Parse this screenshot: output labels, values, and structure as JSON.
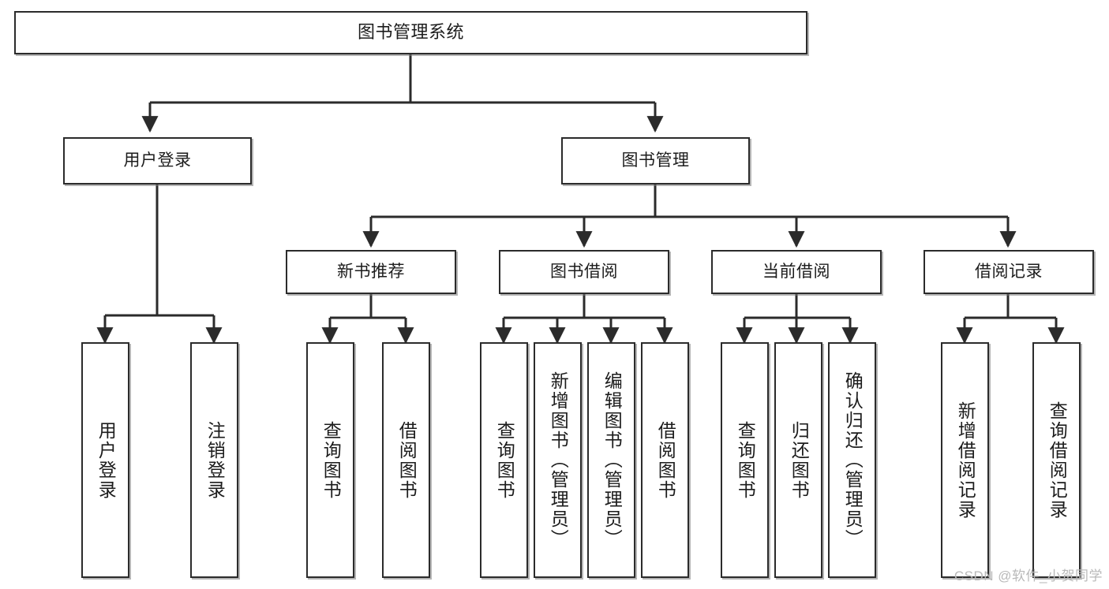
{
  "diagram": {
    "title": "图书管理系统",
    "type": "功能结构图",
    "watermark": "CSDN @软件_小贺同学",
    "colors": {
      "border": "#2b2b2b",
      "background": "#ffffff",
      "text": "#1c1c1c",
      "watermark": "#b9b9b9"
    }
  },
  "root": {
    "id": "root",
    "label": "图书管理系统"
  },
  "level2": [
    {
      "id": "user-login",
      "label": "用户登录"
    },
    {
      "id": "book-manage",
      "label": "图书管理"
    }
  ],
  "level3": [
    {
      "id": "new-book-rec",
      "label": "新书推荐",
      "parent": "book-manage"
    },
    {
      "id": "book-borrow",
      "label": "图书借阅",
      "parent": "book-manage"
    },
    {
      "id": "current-borrow",
      "label": "当前借阅",
      "parent": "book-manage"
    },
    {
      "id": "borrow-record",
      "label": "借阅记录",
      "parent": "book-manage"
    }
  ],
  "leaves": [
    {
      "id": "leaf-user-login",
      "label": "用户登录",
      "parent": "user-login"
    },
    {
      "id": "leaf-user-logout",
      "label": "注销登录",
      "parent": "user-login"
    },
    {
      "id": "leaf-query-book-1",
      "label": "查询图书",
      "parent": "new-book-rec"
    },
    {
      "id": "leaf-borrow-book-1",
      "label": "借阅图书",
      "parent": "new-book-rec"
    },
    {
      "id": "leaf-query-book-2",
      "label": "查询图书",
      "parent": "book-borrow"
    },
    {
      "id": "leaf-add-book",
      "label": "新增图书（管理员）",
      "parent": "book-borrow"
    },
    {
      "id": "leaf-edit-book",
      "label": "编辑图书（管理员）",
      "parent": "book-borrow"
    },
    {
      "id": "leaf-borrow-book-2",
      "label": "借阅图书",
      "parent": "book-borrow"
    },
    {
      "id": "leaf-query-book-3",
      "label": "查询图书",
      "parent": "current-borrow"
    },
    {
      "id": "leaf-return-book",
      "label": "归还图书",
      "parent": "current-borrow"
    },
    {
      "id": "leaf-confirm-return",
      "label": "确认归还（管理员）",
      "parent": "current-borrow"
    },
    {
      "id": "leaf-add-record",
      "label": "新增借阅记录",
      "parent": "borrow-record"
    },
    {
      "id": "leaf-query-record",
      "label": "查询借阅记录",
      "parent": "borrow-record"
    }
  ]
}
